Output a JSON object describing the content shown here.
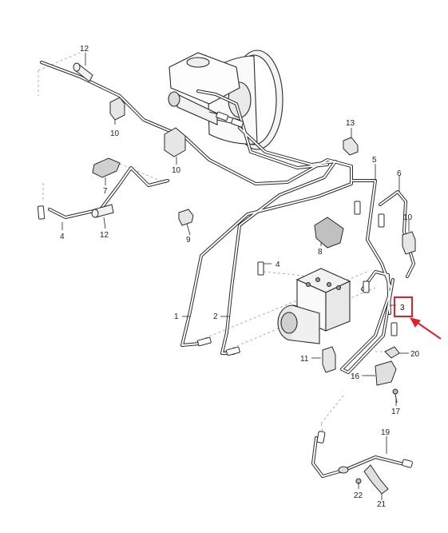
{
  "callouts": {
    "n1": "1",
    "n2": "2",
    "n3": "3",
    "n4a": "4",
    "n4b": "4",
    "n5": "5",
    "n6": "6",
    "n7": "7",
    "n8": "8",
    "n9": "9",
    "n10a": "10",
    "n10b": "10",
    "n10c": "10",
    "n11": "11",
    "n12a": "12",
    "n12b": "12",
    "n13": "13",
    "n16": "16",
    "n17": "17",
    "n19": "19",
    "n20": "20",
    "n21": "21",
    "n22": "22"
  },
  "highlight": {
    "callout": "3",
    "box_color": "#e0202a",
    "arrow_color": "#e0202a"
  },
  "colors": {
    "line": "#2a2a2a",
    "pipe_fill": "#ffffff",
    "part_grey": "#c9c9c9",
    "dash": "#9a9a9a"
  }
}
